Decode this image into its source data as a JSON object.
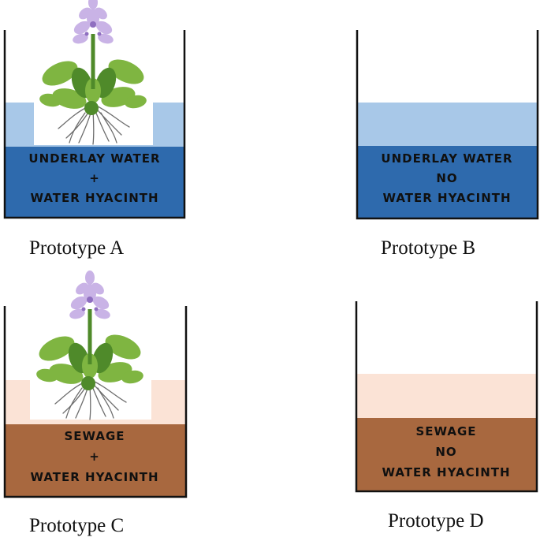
{
  "prototypes": [
    {
      "label": "Prototype A",
      "line1": "UNDERLAY WATER",
      "line2": "+",
      "line3": "WATER HYACINTH",
      "plant": true
    },
    {
      "label": "Prototype B",
      "line1": "UNDERLAY WATER",
      "line2": "NO",
      "line3": "WATER HYACINTH",
      "plant": false
    },
    {
      "label": "Prototype C",
      "line1": "SEWAGE",
      "line2": "+",
      "line3": "WATER HYACINTH",
      "plant": true
    },
    {
      "label": "Prototype D",
      "line1": "SEWAGE",
      "line2": "NO",
      "line3": "WATER HYACINTH",
      "plant": false
    }
  ],
  "colors": {
    "water_light": "#a8c8e8",
    "water_deep": "#2e6aad",
    "sewage_light": "#fbe3d6",
    "sewage_deep": "#a8683f",
    "text_on_liquid": "#101010",
    "tank_wall": "#111111",
    "leaf": "#7fb541",
    "leaf_dark": "#4f8a2a",
    "petal": "#c9b3e6",
    "petal_dark": "#8f6fc0",
    "roots": "#6d6d6d"
  }
}
